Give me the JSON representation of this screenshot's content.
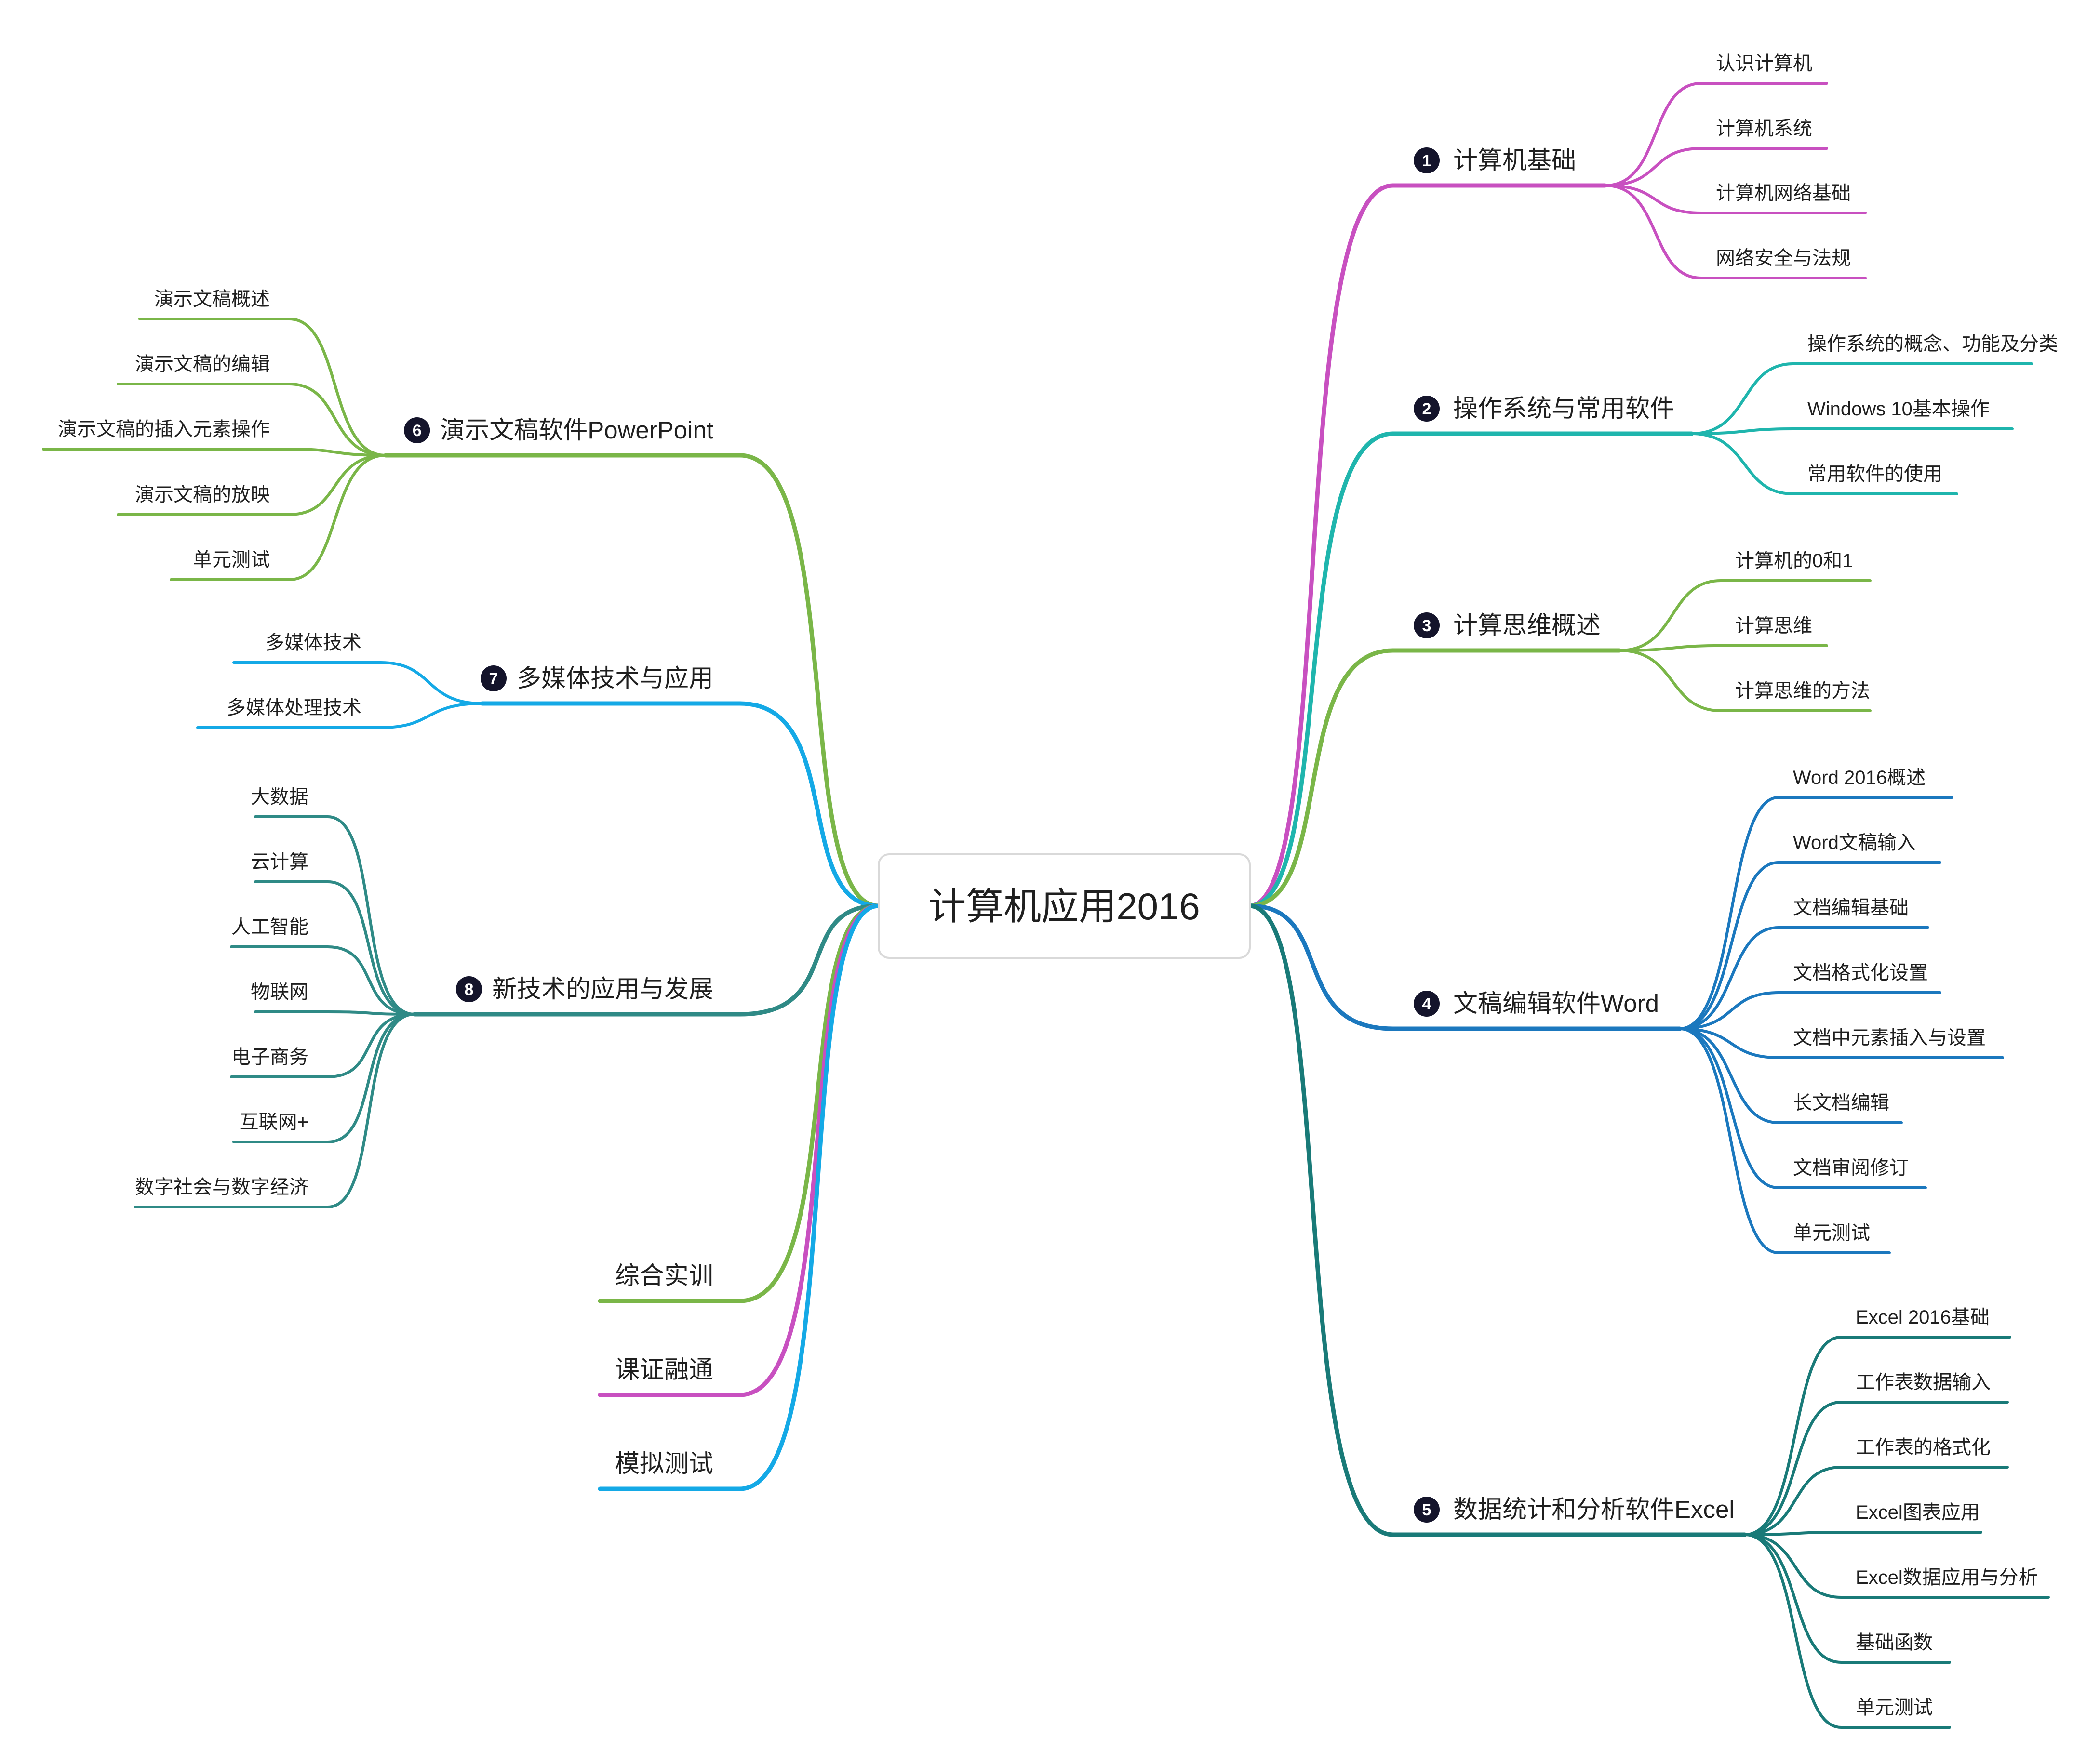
{
  "root": {
    "label": "计算机应用2016"
  },
  "colors": {
    "magenta": "#c850c0",
    "teal": "#1fb5ad",
    "green": "#7ab648",
    "blue": "#1b78be",
    "darkteal": "#197a78",
    "cyan": "#14a9e6",
    "slate": "#2f8a86",
    "number_badge": "#14142b"
  },
  "branches": [
    {
      "number": "1",
      "label": "计算机基础",
      "color": "magenta",
      "children": [
        "认识计算机",
        "计算机系统",
        "计算机网络基础",
        "网络安全与法规"
      ]
    },
    {
      "number": "2",
      "label": "操作系统与常用软件",
      "color": "teal",
      "children": [
        "操作系统的概念、功能及分类",
        "Windows 10基本操作",
        "常用软件的使用"
      ]
    },
    {
      "number": "3",
      "label": "计算思维概述",
      "color": "green",
      "children": [
        "计算机的0和1",
        "计算思维",
        "计算思维的方法"
      ]
    },
    {
      "number": "4",
      "label": "文稿编辑软件Word",
      "color": "blue",
      "children": [
        "Word 2016概述",
        "Word文稿输入",
        "文档编辑基础",
        "文档格式化设置",
        "文档中元素插入与设置",
        "长文档编辑",
        "文档审阅修订",
        "单元测试"
      ]
    },
    {
      "number": "5",
      "label": "数据统计和分析软件Excel",
      "color": "darkteal",
      "children": [
        "Excel 2016基础",
        "工作表数据输入",
        "工作表的格式化",
        "Excel图表应用",
        "Excel数据应用与分析",
        "基础函数",
        "单元测试"
      ]
    },
    {
      "number": "6",
      "label": "演示文稿软件PowerPoint",
      "color": "green",
      "children": [
        "演示文稿概述",
        "演示文稿的编辑",
        "演示文稿的插入元素操作",
        "演示文稿的放映",
        "单元测试"
      ]
    },
    {
      "number": "7",
      "label": "多媒体技术与应用",
      "color": "cyan",
      "children": [
        "多媒体技术",
        "多媒体处理技术"
      ]
    },
    {
      "number": "8",
      "label": "新技术的应用与发展",
      "color": "slate",
      "children": [
        "大数据",
        "云计算",
        "人工智能",
        "物联网",
        "电子商务",
        "互联网+",
        "数字社会与数字经济"
      ]
    },
    {
      "number": "",
      "label": "综合实训",
      "color": "green",
      "children": []
    },
    {
      "number": "",
      "label": "课证融通",
      "color": "magenta",
      "children": []
    },
    {
      "number": "",
      "label": "模拟测试",
      "color": "cyan",
      "children": []
    }
  ]
}
